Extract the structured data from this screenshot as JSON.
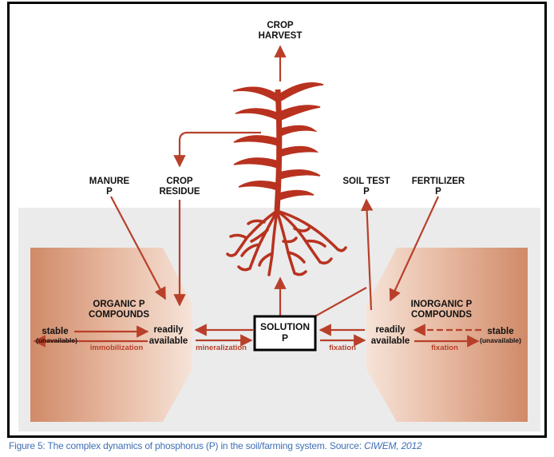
{
  "colors": {
    "arrow": "#b8402a",
    "plant": "#b8321f",
    "soil_bg": "#ebebeb",
    "wedge": "#d79a7c",
    "frame": "#000000",
    "caption": "#3f6fb5"
  },
  "labels": {
    "crop_harvest": [
      "CROP",
      "HARVEST"
    ],
    "manure": [
      "MANURE",
      "P"
    ],
    "crop_residue": [
      "CROP",
      "RESIDUE"
    ],
    "soil_test": [
      "SOIL TEST",
      "P"
    ],
    "fertilizer": [
      "FERTILIZER",
      "P"
    ],
    "organic": [
      "ORGANIC P",
      "COMPOUNDS"
    ],
    "inorganic": [
      "INORGANIC P",
      "COMPOUNDS"
    ],
    "stable_left": "stable",
    "unavailable_left": "(unavailable)",
    "immobilization": "immobilization",
    "readily_left": [
      "readily",
      "available"
    ],
    "mineralization": "mineralization",
    "solution": [
      "SOLUTION",
      "P"
    ],
    "fixation_mid": "fixation",
    "readily_right": [
      "readily",
      "available"
    ],
    "fixation_right": "fixation",
    "stable_right": "stable",
    "unavailable_right": "(unavailable)"
  },
  "caption": {
    "text": "Figure 5:  The complex dynamics of phosphorus (P) in the soil/farming system.  Source: ",
    "source": "CIWEM, 2012"
  }
}
